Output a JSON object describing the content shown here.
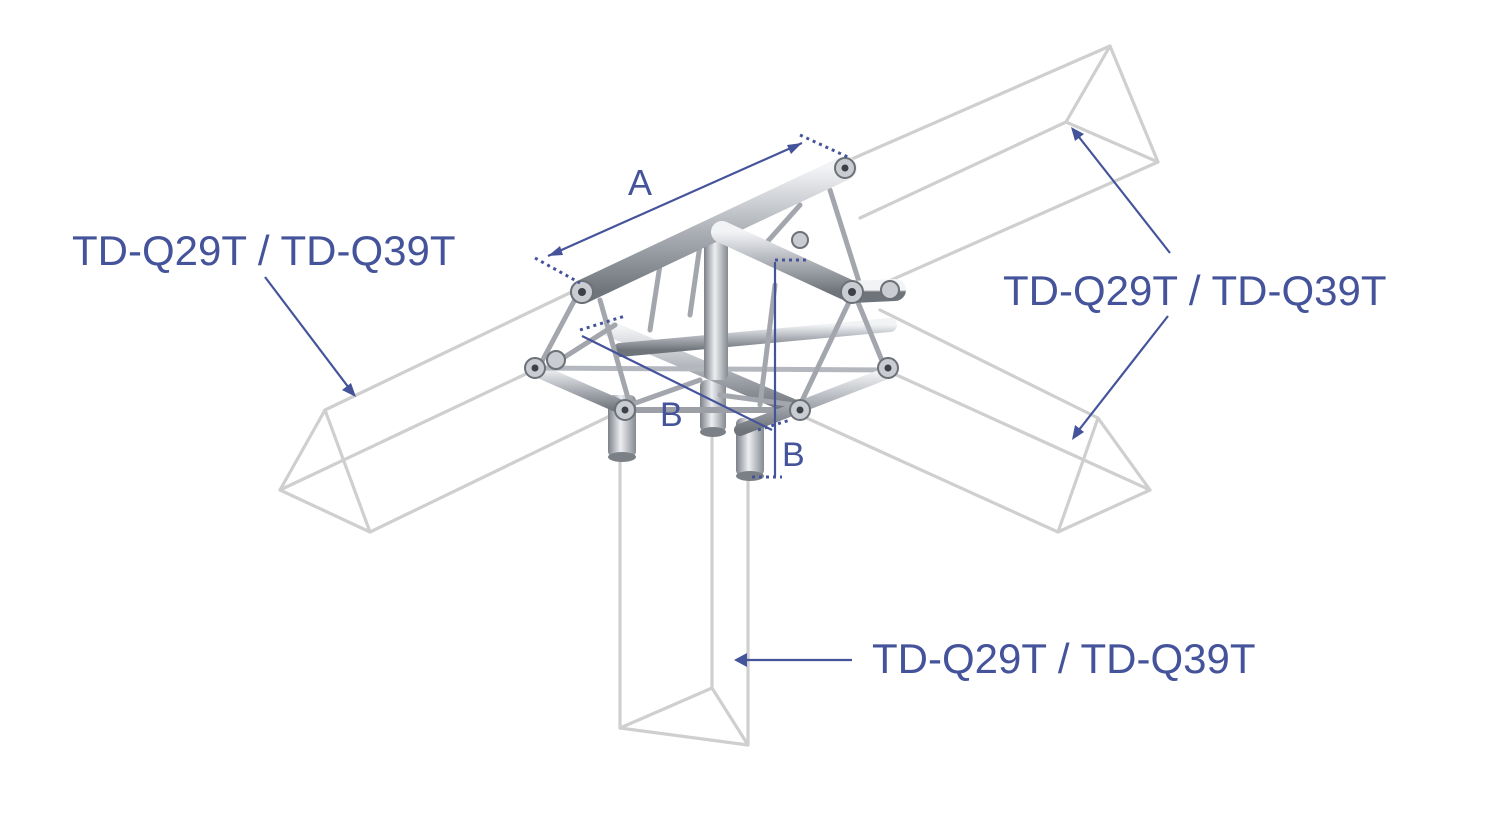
{
  "labels": {
    "left_arm": "TD-Q29T / TD-Q39T",
    "right_arm": "TD-Q29T / TD-Q39T",
    "bottom_arm": "TD-Q29T / TD-Q39T"
  },
  "dimensions": {
    "a": "A",
    "b_horizontal": "B",
    "b_vertical": "B"
  },
  "colors": {
    "annotation": "#45549a",
    "ghost_truss": "#cfcfcf",
    "metal": "#a9adb3"
  }
}
